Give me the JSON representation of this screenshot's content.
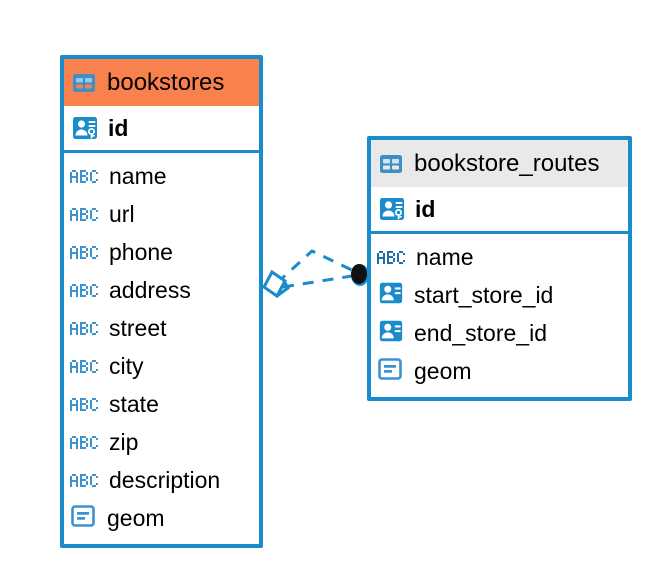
{
  "diagram": {
    "type": "entity-relationship-diagram",
    "background": "#ffffff",
    "colors": {
      "border": "#1a8bcb",
      "icon_blue": "#1a8bcb",
      "header_accent": "#f9814d",
      "header_neutral": "#e9e9e9",
      "text": "#000000",
      "connector": "#1a8bcb",
      "connector_endpoint": "#111111"
    }
  },
  "entities": [
    {
      "id": "bookstores",
      "title": "bookstores",
      "header_style": "accent",
      "title_icon": "table-icon",
      "primary_key": {
        "name": "id",
        "icon": "primary-key-icon"
      },
      "fields": [
        {
          "name": "name",
          "icon": "text-abc-icon"
        },
        {
          "name": "url",
          "icon": "text-abc-icon"
        },
        {
          "name": "phone",
          "icon": "text-abc-icon"
        },
        {
          "name": "address",
          "icon": "text-abc-icon"
        },
        {
          "name": "street",
          "icon": "text-abc-icon"
        },
        {
          "name": "city",
          "icon": "text-abc-icon"
        },
        {
          "name": "state",
          "icon": "text-abc-icon"
        },
        {
          "name": "zip",
          "icon": "text-abc-icon"
        },
        {
          "name": "description",
          "icon": "text-abc-icon"
        },
        {
          "name": "geom",
          "icon": "geometry-icon"
        }
      ]
    },
    {
      "id": "bookstore_routes",
      "title": "bookstore_routes",
      "header_style": "neutral",
      "title_icon": "table-icon",
      "primary_key": {
        "name": "id",
        "icon": "primary-key-icon"
      },
      "fields": [
        {
          "name": "name",
          "icon": "text-abc-icon"
        },
        {
          "name": "start_store_id",
          "icon": "foreign-key-icon"
        },
        {
          "name": "end_store_id",
          "icon": "foreign-key-icon"
        },
        {
          "name": "geom",
          "icon": "geometry-icon"
        }
      ]
    }
  ],
  "relationship": {
    "from_entity": "bookstores",
    "to_entity": "bookstore_routes",
    "from_marker": "diamond-marker",
    "to_marker": "filled-circle-marker",
    "line_style": "dashed"
  }
}
